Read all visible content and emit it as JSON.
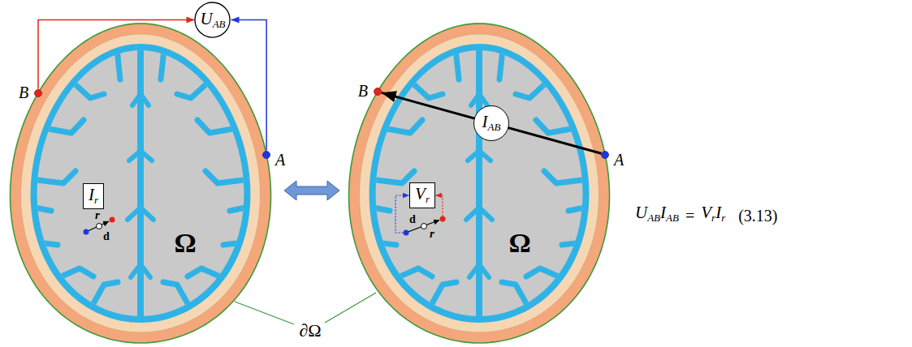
{
  "diagram": {
    "nodes": [
      {
        "text": [
          "UAB"
        ]
      },
      {
        "text": [
          "B"
        ]
      },
      {
        "text": [
          "A"
        ]
      },
      {
        "text": [
          "Ir"
        ]
      },
      {
        "text": [
          "B"
        ]
      },
      {
        "text": [
          "A"
        ]
      },
      {
        "text": [
          "Vr"
        ]
      }
    ],
    "edges": [
      {
        "from": 1,
        "to": 0,
        "arrow": "to"
      },
      {
        "from": 2,
        "to": 0,
        "arrow": "to"
      },
      {
        "from": 5,
        "to": 4,
        "label": "IAB",
        "arrow": "to"
      }
    ],
    "labels": [
      "r",
      "d",
      "Ω",
      "∂Ω",
      "d",
      "r",
      "Ω",
      "UAB",
      "IAB",
      "=",
      "Vr",
      "Ir",
      "(3.13)"
    ]
  }
}
